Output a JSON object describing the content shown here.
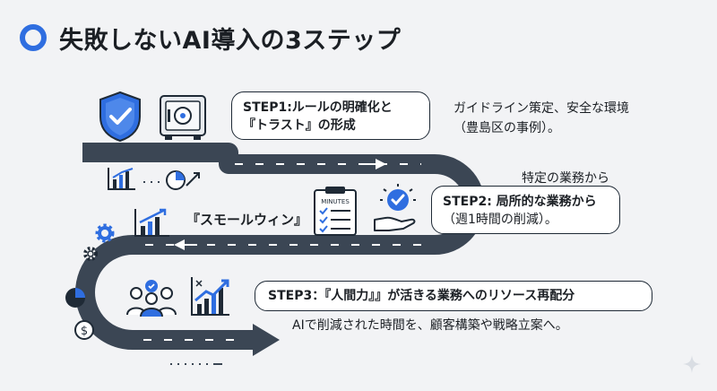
{
  "title": "失敗しないAI導入の3ステップ",
  "colors": {
    "accent": "#2f6ee0",
    "road": "#3b4654",
    "dark": "#1f2a36",
    "background": "#f2f3f5"
  },
  "steps": [
    {
      "label_line1": "STEP1:ルールの明確化と",
      "label_line2": "『トラスト』の形成",
      "desc_line1": "ガイドライン策定、安全な環境",
      "desc_line2": "（豊島区の事例）。"
    },
    {
      "pre_label": "特定の業務から",
      "label_line1": "STEP2: 局所的な業務から",
      "label_line2": "（週1時間の削減）。"
    },
    {
      "label": "STEP3：『人間力』』が活きる業務へのリソース再配分",
      "desc": "AIで削減された時間を、顧客構築や戦略立案へ。"
    }
  ],
  "small_win_label": "『スモールウィン』",
  "checklist_header": "MINUTES",
  "icons": [
    "shield-check-icon",
    "safe-icon",
    "bar-chart-icon",
    "pie-chart-icon",
    "growth-chart-icon",
    "gear-icon",
    "checklist-icon",
    "hand-check-icon",
    "team-icon",
    "chart-up-icon",
    "dollar-icon",
    "sparkle-icon"
  ]
}
